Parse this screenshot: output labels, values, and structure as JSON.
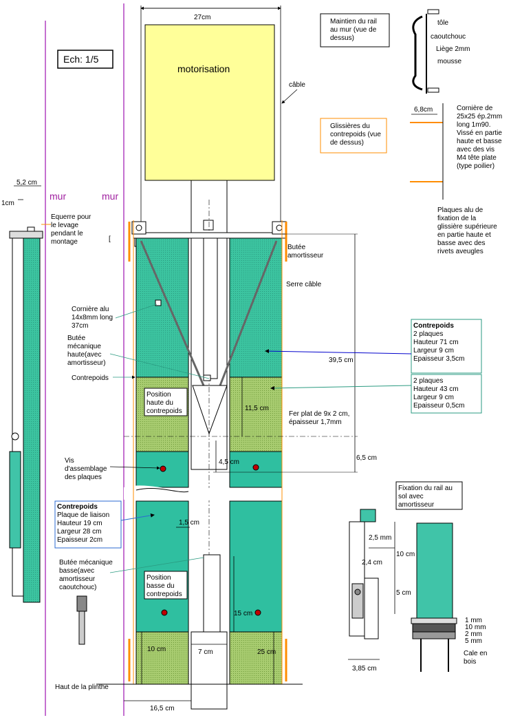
{
  "scale": "Ech: 1/5",
  "walls": [
    "mur",
    "mur"
  ],
  "motor": "motorisation",
  "dims": {
    "top_width": "27cm",
    "wall_gap": "5,2 cm",
    "wall_offset": "1cm",
    "d395": "39,5 cm",
    "d115": "11,5 cm",
    "d45": "4,5 cm",
    "d65": "6,5 cm",
    "d15": "1,5 cm",
    "d15cm": "15 cm",
    "d10": "10 cm",
    "d7": "7 cm",
    "d25": "25 cm",
    "d165": "16,5 cm",
    "d68": "6,8cm"
  },
  "labels": {
    "cable": "câble",
    "equerre": [
      "Equerre pour",
      "le levage",
      "pendant le",
      "montage"
    ],
    "butee_amort": [
      "Butée",
      "amortisseur"
    ],
    "serre_cable": "Serre câble",
    "corniere": [
      "Cornière alu",
      "14x8mm long",
      "37cm"
    ],
    "butee_haute": [
      "Butée",
      "mécanique",
      "haute(avec",
      "amortisseur)"
    ],
    "contrepoids": "Contrepoids",
    "pos_haute": [
      "Position",
      "haute du",
      "contrepoids"
    ],
    "fer_plat": [
      "Fer plat de 9x 2 cm,",
      "épaisseur 1,7mm"
    ],
    "vis": [
      "Vis",
      "d'assemblage",
      "des plaques"
    ],
    "butee_basse": [
      "Butée mécanique",
      "basse(avec",
      "amortisseur",
      "caoutchouc)"
    ],
    "pos_basse": [
      "Position",
      "basse du",
      "contrepoids"
    ],
    "plinthe": "Haut de la plinthe"
  },
  "box_cp1": {
    "title": "Contrepoids",
    "lines": [
      "2 plaques",
      "Hauteur    71  cm",
      "Largeur      9  cm",
      "Epaisseur 3,5cm"
    ]
  },
  "box_cp2": {
    "lines": [
      "2 plaques",
      "Hauteur    43 cm",
      "Largeur      9 cm",
      "Epaisseur 0,5cm"
    ]
  },
  "box_cp3": {
    "title": "Contrepoids",
    "lines": [
      "Plaque de liaison",
      "Hauteur    19   cm",
      "Largeur     28   cm",
      "Epaisseur 2cm"
    ]
  },
  "maintien": {
    "title": [
      "Maintien du rail",
      "au mur (vue de",
      "dessus)"
    ],
    "parts": [
      "tôle",
      "caoutchouc",
      "Liège 2mm",
      "mousse"
    ]
  },
  "glissieres": {
    "title": [
      "Glissières du",
      "contrepoids (vue",
      "de dessus)"
    ],
    "corniere": [
      "Cornière de",
      "25x25 ép.2mm",
      "long 1m90.",
      "Vissé en partie",
      "haute et basse",
      "avec des vis",
      "M4 tête plate",
      "(type poilier)"
    ],
    "plaques": [
      "Plaques alu de",
      "fixation de la",
      "glissière supérieure",
      "en partie haute et",
      "basse avec des",
      "rivets aveugles"
    ]
  },
  "fixation": {
    "title": [
      "Fixation du rail au",
      "sol avec",
      "amortisseur"
    ],
    "dims": [
      "2,5 mm",
      "2,4 cm",
      "10 cm",
      "5 cm",
      "3,85 cm"
    ],
    "layers": [
      "1 mm",
      "10 mm",
      "2 mm",
      "5 mm"
    ],
    "cale": [
      "Cale en",
      "bois"
    ]
  },
  "colors": {
    "teal": "#2fbfa0",
    "green_mesh": "#9ec66a",
    "motor": "#ffff99",
    "orange": "#ff8c00",
    "wall": "#a020a0"
  }
}
